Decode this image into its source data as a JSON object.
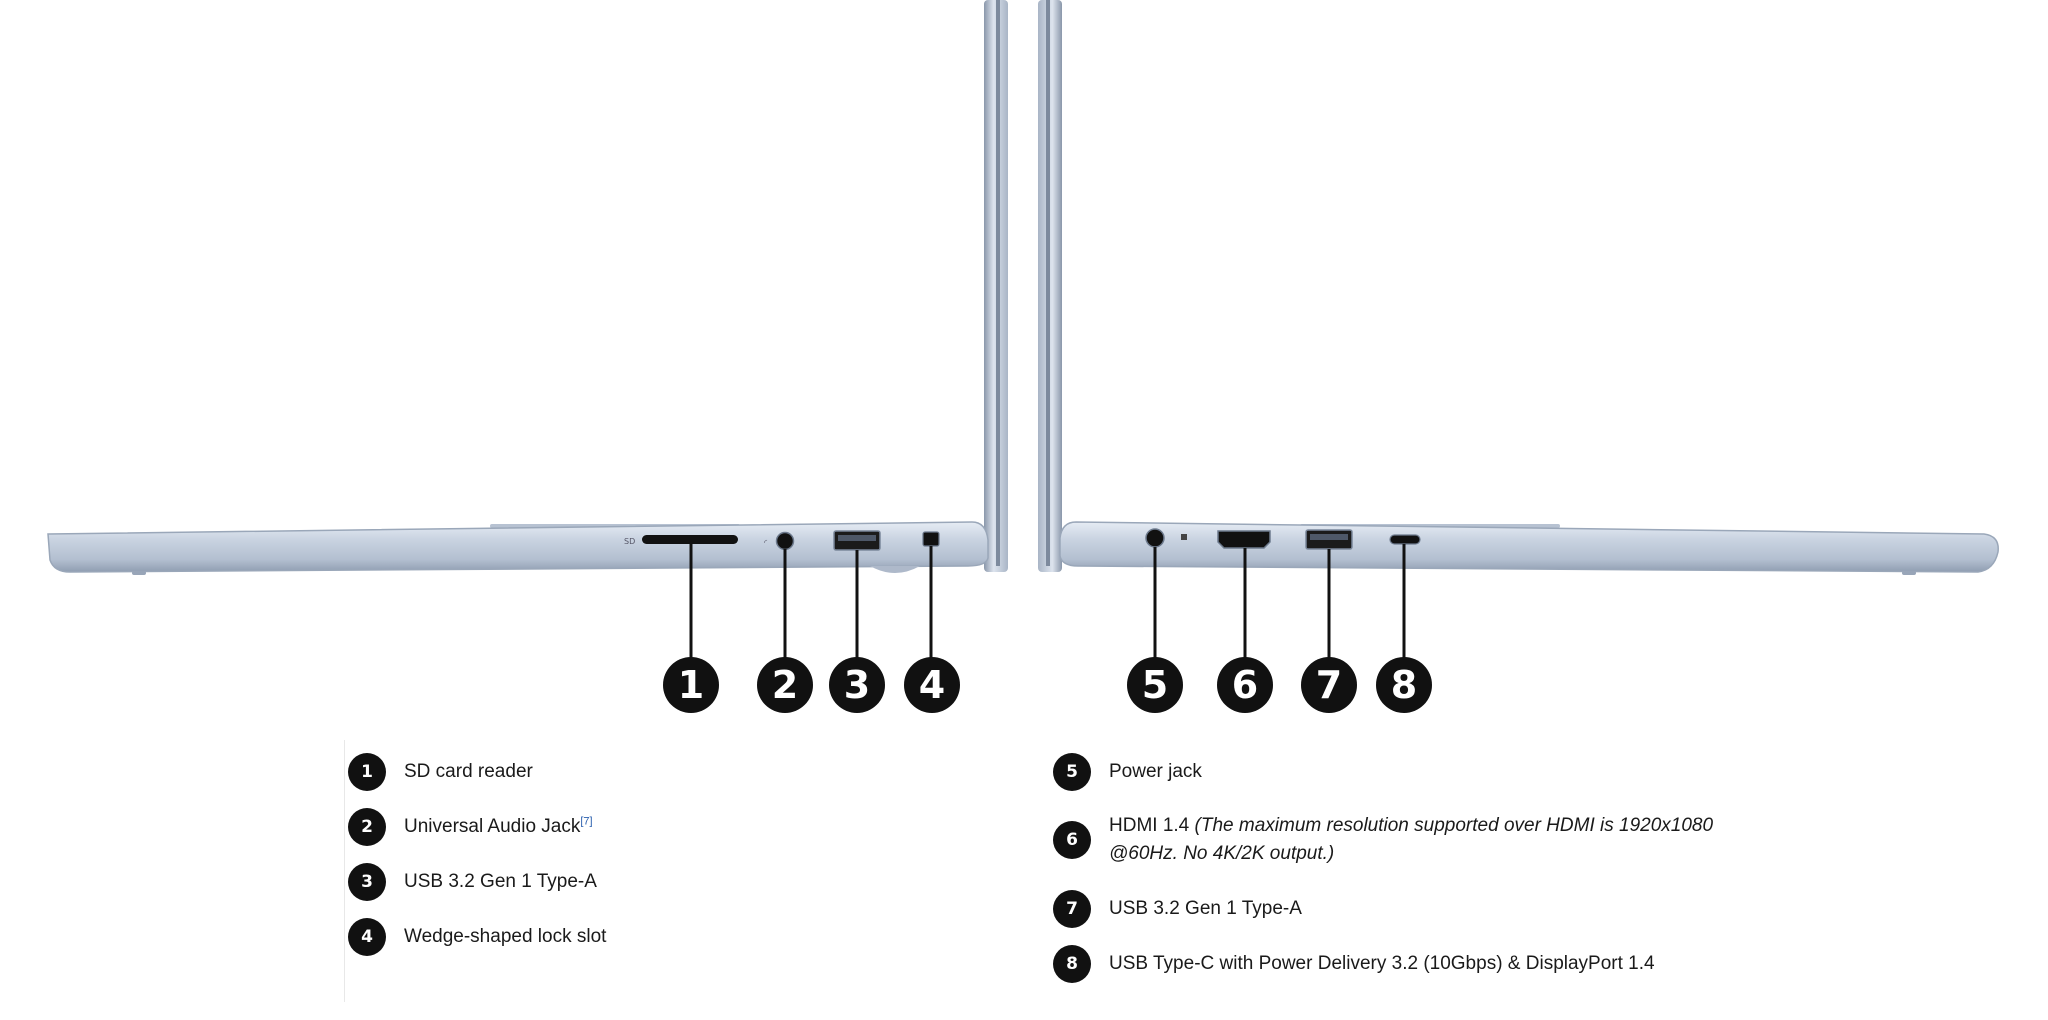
{
  "callouts": [
    "1",
    "2",
    "3",
    "4",
    "5",
    "6",
    "7",
    "8"
  ],
  "legend": {
    "left": [
      {
        "num": "1",
        "label": "SD card reader"
      },
      {
        "num": "2",
        "label": "Universal Audio Jack",
        "ref": "[7]"
      },
      {
        "num": "3",
        "label": "USB 3.2 Gen 1 Type-A"
      },
      {
        "num": "4",
        "label": "Wedge-shaped lock slot"
      }
    ],
    "right": [
      {
        "num": "5",
        "label": "Power jack"
      },
      {
        "num": "6",
        "label": "HDMI 1.4",
        "note_line1": "(The maximum resolution supported over HDMI is 1920x1080",
        "note_line2": "@60Hz. No 4K/2K output.)"
      },
      {
        "num": "7",
        "label": "USB 3.2 Gen 1 Type-A"
      },
      {
        "num": "8",
        "label": "USB Type-C with Power Delivery 3.2 (10Gbps) & DisplayPort 1.4"
      }
    ]
  },
  "colors": {
    "chassis": "#c7d2e1",
    "chassis_dark": "#9eabbd",
    "badge": "#111111",
    "ref_link": "#2a5fae"
  }
}
